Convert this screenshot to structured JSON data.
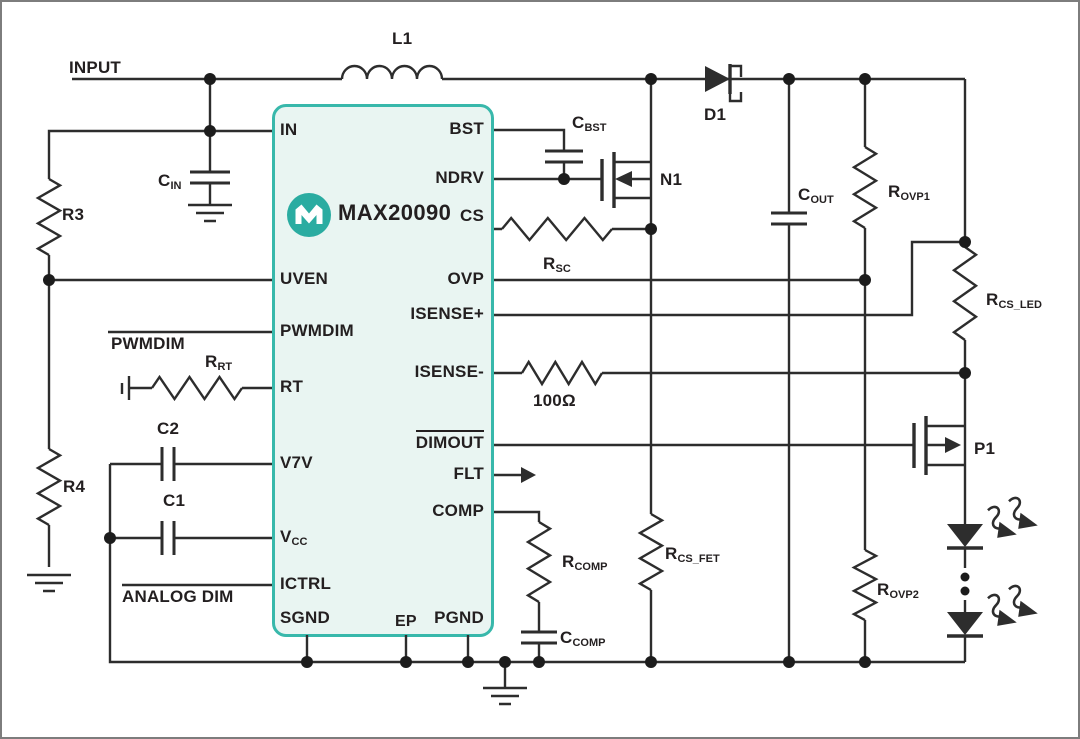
{
  "nets": {
    "input": "INPUT",
    "pwm_dim": "PWMDIM",
    "analog_dim": "ANALOG DIM"
  },
  "ic": {
    "part_number": "MAX20090",
    "logo_icon": "maxim-logo",
    "pins_left": [
      {
        "t": "IN",
        "s": ""
      },
      {
        "t": "UVEN",
        "s": ""
      },
      {
        "t": "PWMDIM",
        "s": ""
      },
      {
        "t": "RT",
        "s": ""
      },
      {
        "t": "V7V",
        "s": ""
      },
      {
        "t": "V",
        "s": "CC"
      },
      {
        "t": "ICTRL",
        "s": ""
      },
      {
        "t": "SGND",
        "s": ""
      }
    ],
    "pins_right": [
      {
        "t": "BST",
        "s": ""
      },
      {
        "t": "NDRV",
        "s": ""
      },
      {
        "t": "CS",
        "s": ""
      },
      {
        "t": "OVP",
        "s": ""
      },
      {
        "t": "ISENSE+",
        "s": ""
      },
      {
        "t": "ISENSE-",
        "s": ""
      },
      {
        "t": "DIMOUT",
        "s": ""
      },
      {
        "t": "FLT",
        "s": ""
      },
      {
        "t": "COMP",
        "s": ""
      },
      {
        "t": "PGND",
        "s": ""
      }
    ],
    "pin_bottom": {
      "t": "EP",
      "s": ""
    }
  },
  "components": {
    "l1": {
      "t": "L1",
      "s": ""
    },
    "d1": {
      "t": "D1",
      "s": ""
    },
    "n1": {
      "t": "N1",
      "s": ""
    },
    "p1": {
      "t": "P1",
      "s": ""
    },
    "cin": {
      "t": "C",
      "s": "IN"
    },
    "r3": {
      "t": "R3",
      "s": ""
    },
    "r4": {
      "t": "R4",
      "s": ""
    },
    "rrt": {
      "t": "R",
      "s": "RT"
    },
    "c2": {
      "t": "C2",
      "s": ""
    },
    "c1": {
      "t": "C1",
      "s": ""
    },
    "cbst": {
      "t": "C",
      "s": "BST"
    },
    "rsc": {
      "t": "R",
      "s": "SC"
    },
    "cout": {
      "t": "C",
      "s": "OUT"
    },
    "rovp1": {
      "t": "R",
      "s": "OVP1"
    },
    "rcs_led": {
      "t": "R",
      "s": "CS_LED"
    },
    "r100": {
      "t": "100Ω",
      "s": ""
    },
    "rcomp": {
      "t": "R",
      "s": "COMP"
    },
    "ccomp": {
      "t": "C",
      "s": "COMP"
    },
    "rcs_fet": {
      "t": "R",
      "s": "CS_FET"
    },
    "rovp2": {
      "t": "R",
      "s": "OVP2"
    }
  },
  "colors": {
    "accent_teal": "#38b8ab",
    "ic_fill": "#e9f5f2",
    "logo_teal": "#2aaca1",
    "wire": "#2d2d2d",
    "text": "#231f20",
    "frame": "#7d7d7d"
  }
}
